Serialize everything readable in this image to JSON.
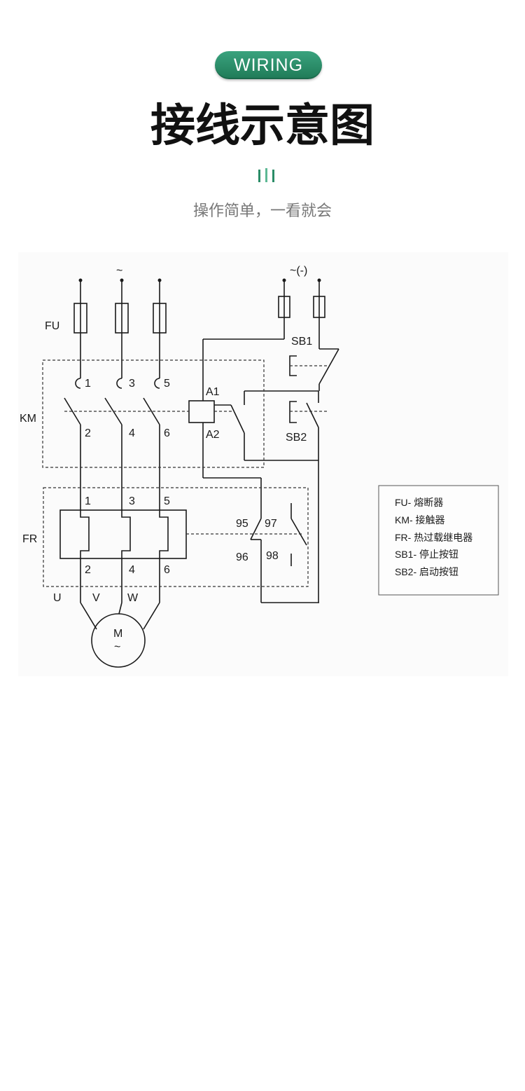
{
  "header": {
    "badge": "WIRING",
    "title": "接线示意图",
    "subtitle": "操作简单，一看就会",
    "accent_color": "#2a8c67"
  },
  "diagram": {
    "labels": {
      "fu": "FU",
      "km": "KM",
      "fr": "FR",
      "tilde": "~",
      "control_supply": "~(-)",
      "sb1": "SB1",
      "sb2": "SB2",
      "a1": "A1",
      "a2": "A2",
      "c95": "95",
      "c96": "96",
      "c97": "97",
      "c98": "98",
      "km_t1": "1",
      "km_t3": "3",
      "km_t5": "5",
      "km_t2": "2",
      "km_t4": "4",
      "km_t6": "6",
      "fr_t1": "1",
      "fr_t3": "3",
      "fr_t5": "5",
      "fr_t2": "2",
      "fr_t4": "4",
      "fr_t6": "6",
      "u": "U",
      "v": "V",
      "w": "W",
      "motor_m": "M",
      "motor_tilde": "~"
    },
    "legend": [
      "FU- 熔断器",
      "KM- 接触器",
      "FR- 热过载继电器",
      "SB1- 停止按钮",
      "SB2- 启动按钮"
    ]
  }
}
